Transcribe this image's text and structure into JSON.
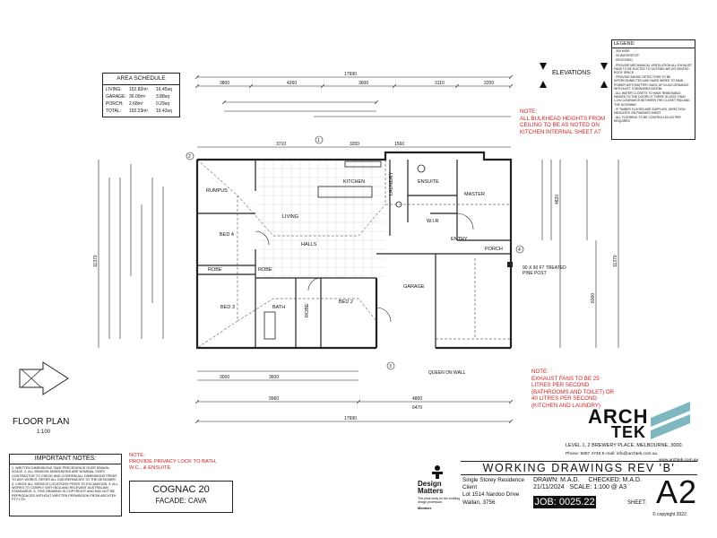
{
  "area_schedule": {
    "title": "AREA SCHEDULE",
    "rows": [
      {
        "name": "LIVING:",
        "m2": "152.82m²",
        "sq": "16.45sq"
      },
      {
        "name": "GARAGE:",
        "m2": "36.00m²",
        "sq": "3.88sq"
      },
      {
        "name": "PORCH:",
        "m2": "2.68m²",
        "sq": "0.29sq"
      },
      {
        "name": "TOTAL:",
        "m2": "192.23m²",
        "sq": "19.43sq"
      }
    ]
  },
  "rooms": {
    "rumpus": "RUMPUS",
    "living": "LIVING",
    "kitchen": "KITCHEN",
    "laundry": "LAUNDRY",
    "ensuite": "ENSUITE",
    "master": "MASTER",
    "wir": "W.I.R",
    "entry": "ENTRY",
    "porch": "PORCH",
    "bed4": "BED 4",
    "halls": "HALLS",
    "robe1": "ROBE",
    "robe2": "ROBE",
    "robe3": "ROBE",
    "bed3": "BED 3",
    "bath": "BATH",
    "bed2": "BED 2",
    "garage": "GARAGE"
  },
  "dims": {
    "top_overall": "17990",
    "bottom_overall": "17990",
    "top_a": "3800",
    "top_b": "4260",
    "top_c": "3600",
    "top_d": "3110",
    "top_e": "2200",
    "bottom_a": "9960",
    "bottom_b": "6470",
    "bottom_c": "4800",
    "bottom_d": "3600",
    "bottom_e": "3000",
    "left_overall": "11370",
    "right_overall": "11370",
    "right_a": "4820",
    "right_b": "6000",
    "kitchen_dim": "3710",
    "bench1": "3200",
    "bench2": "1560"
  },
  "elevations": {
    "label": "ELEVATIONS",
    "n1": "1",
    "n2": "2",
    "n3": "3",
    "n4": "4"
  },
  "notes": {
    "bulkhead": "NOTE:\nALL BULKHEAD HEIGHTS FROM CEILING TO BE AS NOTED ON KITCHEN INTERNAL SHEET A7",
    "exhaust": "NOTE:\nEXHAUST FANS TO BE 25 LITRES PER SECOND (BATHROOMS AND TOILET) OR 40 LITRES PER SECOND (KITCHEN AND LAUNDRY)",
    "privacy": "NOTE:\nPROVIDE PRIVACY LOCK TO BATH, W.C., & ENSUITE",
    "post": "90 X 90 F7 TREATED PINE POST",
    "clothesline": "QUEEN ON WALL"
  },
  "legend": {
    "title": "LEGEND",
    "items": [
      "- 300 WIDE",
      "- 90 WATERSTOP",
      "- RECESSED",
      "- PROVIDE MECHANICAL VENTILATION ALL EXHAUST FANS TO BE DUCTED TO OUTSIDE AIR OR VENTED ROOF SPACE",
      "- PROVIDE SMOKE DETECTORS TO BE INTERCONNECTED AND HARD WIRED TO MAIN POWER WITH BATTERY BACK UP IN ACCORDANCE WITH AUST. STANDARDS AS3786",
      "- ALL WATER CLOSETS TO HAVE REMOVABLE HINGES TO THE DOORS IF THERE IS LESS THAN 1.2m CLEARANCE BETWEEN THE CLOSET PAN AND THE DOORWAY",
      "- IF TIMBER FLOORS ARE SUPPLIED, DIRECTION INDICATED ON FINISHES SHEET",
      "- ALL FLOORING TO BE CONTROLLED AS PER REQUIRED"
    ]
  },
  "floor_plan": {
    "title": "FLOOR PLAN",
    "scale": "1:100"
  },
  "important_notes": {
    "title": "IMPORTANT NOTES:",
    "body": "1. WRITTEN DIMENSIONS TAKE PRECEDENCE OVER DRAWN SCALE. 2. ALL WINDOW DIMENSIONS ARE NOMINAL SIZES. CONTRACTOR TO CHECK AND CONFIRM ALL DIMENSIONS PRIOR TO ANY WORKS. REFER ALL DISCREPANCIES TO THE DESIGNER. 3. CHECK ALL SERVICE LOCATIONS PRIOR TO EXCAVATION. 4. ALL WORKS TO COMPLY WITH BCA AND RELEVANT AUSTRALIAN STANDARDS. 5. THIS DRAWING IS COPYRIGHT AND MAY NOT BE REPRODUCED WITHOUT WRITTEN PERMISSION FROM ARCHTEK PTY LTD."
  },
  "design": {
    "name": "COGNAC 20",
    "facade": "FACADE: CAVA"
  },
  "design_matters": {
    "title": "Design Matters",
    "tagline": "The peak body for the building design profession",
    "member": "Member"
  },
  "title_block": {
    "heading": "WORKING DRAWINGS REV 'B'",
    "project": "Single Storey Residence",
    "client": "Client",
    "lot": "Lot 1514 Nardoo Drive",
    "suburb": "Wallan, 3756",
    "drawn": "DRAWN:  M.A.D.",
    "checked": "CHECKED: M.A.D.",
    "date": "21/11/2024",
    "scale": "SCALE: 1:100 @ A3",
    "job": "JOB: 0025.22",
    "sheet_label": "SHEET:",
    "sheet": "A2",
    "copyright": "© copyright 2022"
  },
  "company": {
    "name_top": "ARCH",
    "name_bottom": "TEK",
    "address": "LEVEL 1, 2 BREWERY PLACE, MELBOURNE, 3000.",
    "contact": "Phone: 9887 4748  E-mail: info@archtek.com.au",
    "web": "www.archtek.com.au"
  },
  "colors": {
    "red_note": "#d62020",
    "line": "#222222",
    "teal": "#7fb7c0",
    "grid": "#c9c9c9"
  }
}
